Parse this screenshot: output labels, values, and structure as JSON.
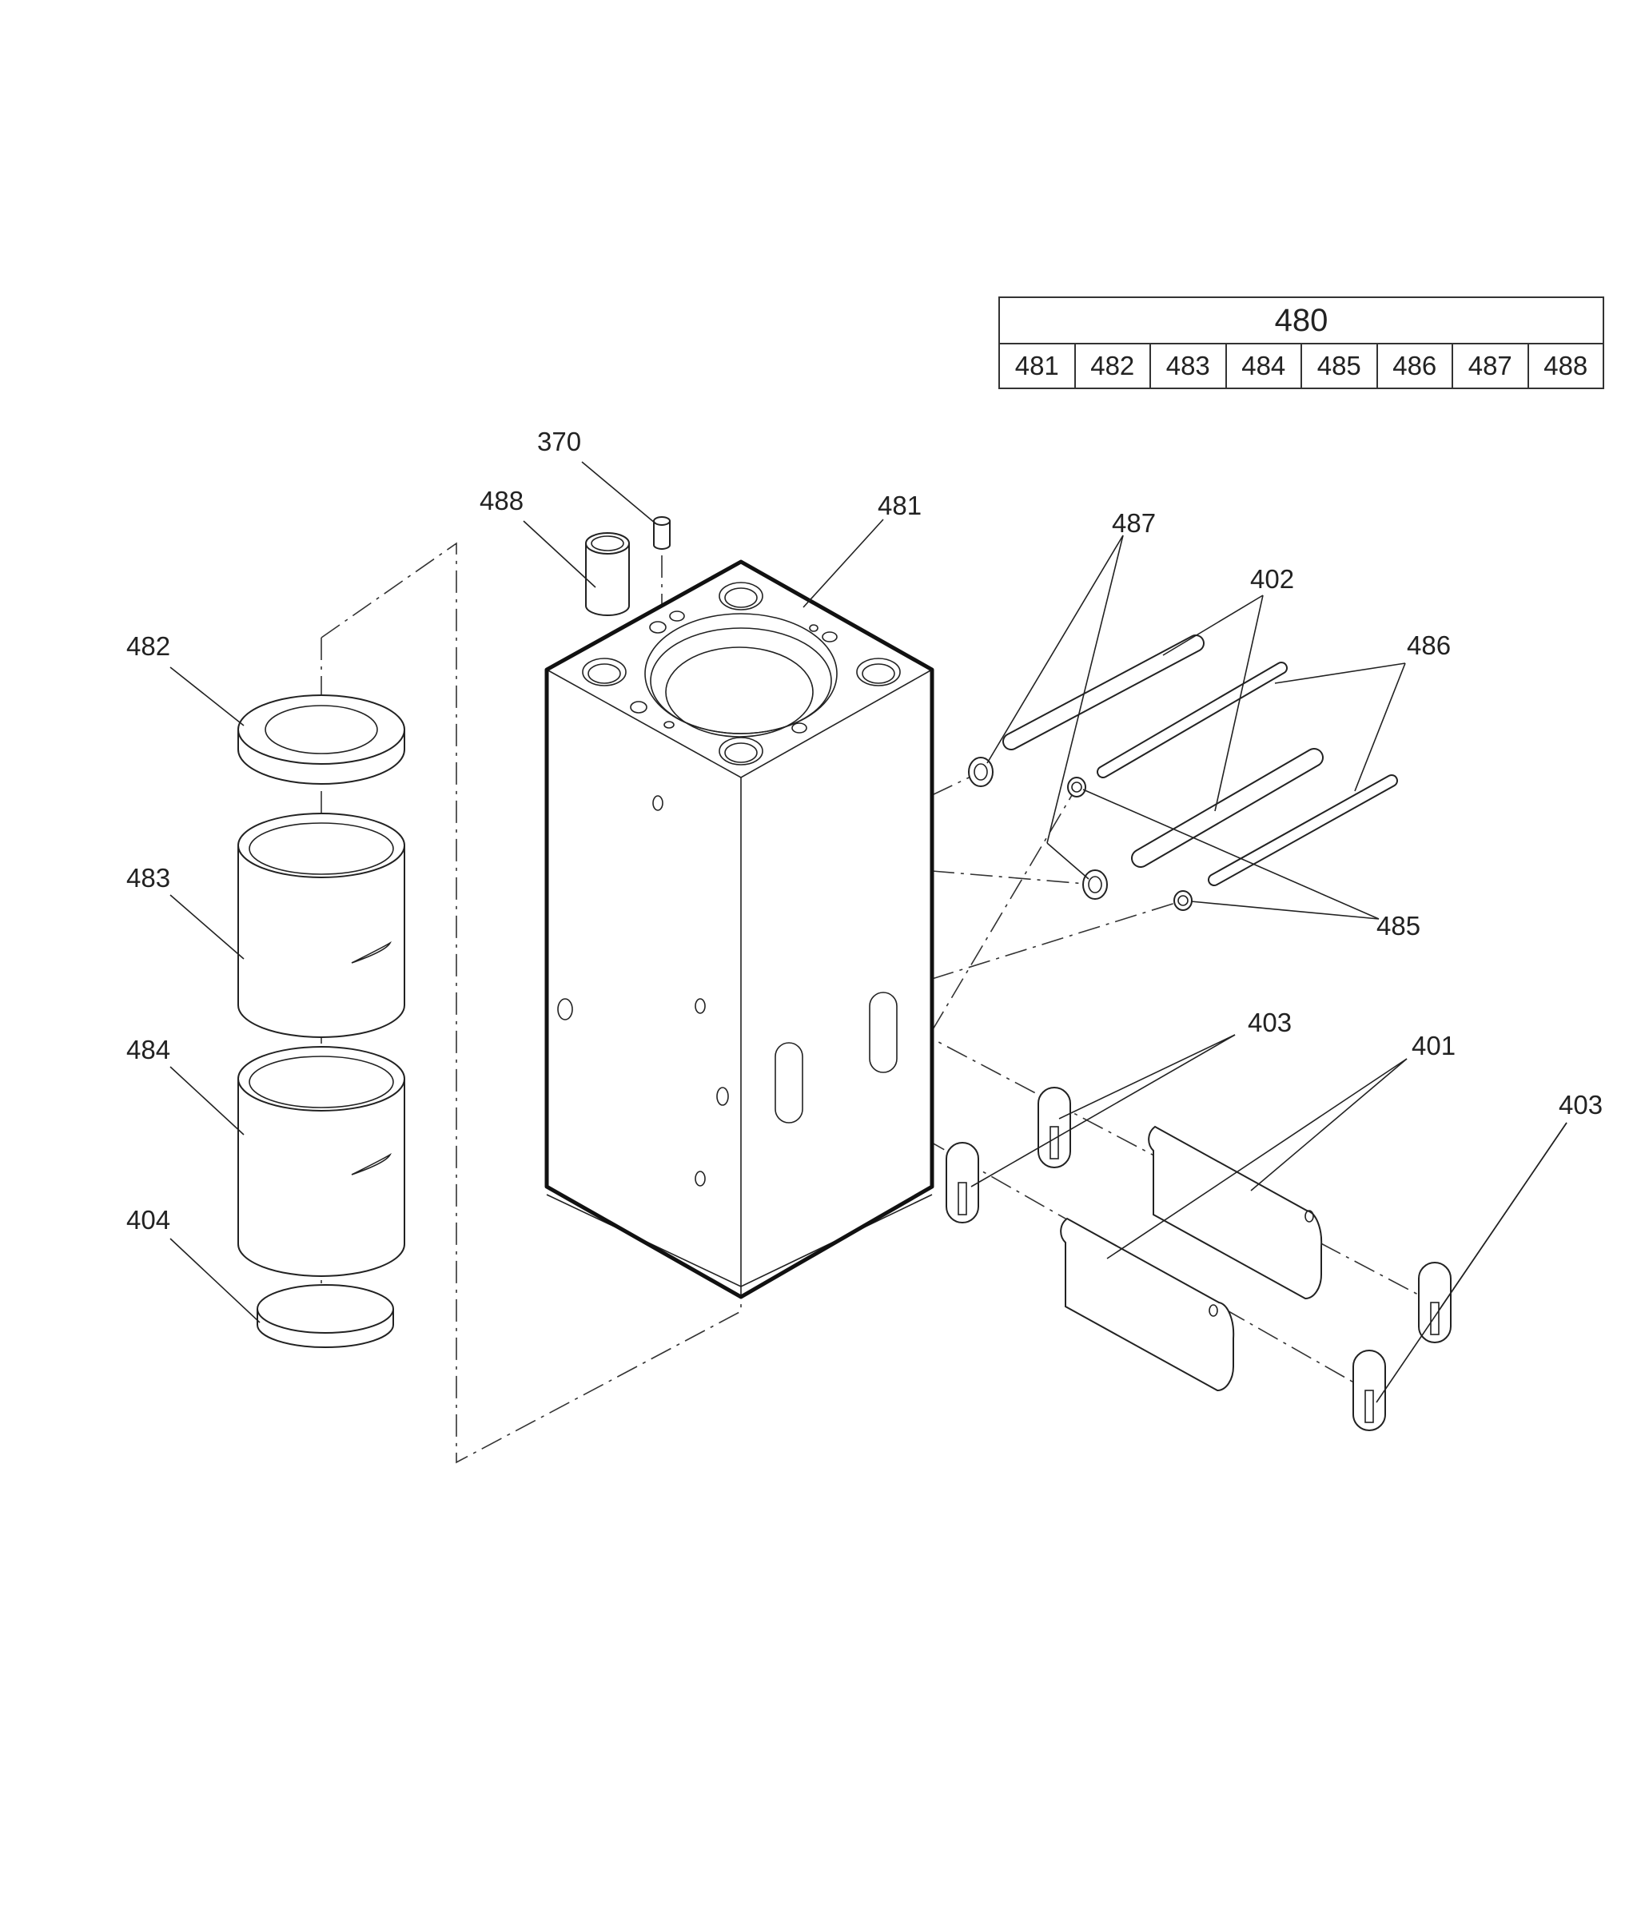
{
  "parts_table": {
    "assembly": "480",
    "components": [
      "481",
      "482",
      "483",
      "484",
      "485",
      "486",
      "487",
      "488"
    ]
  },
  "callouts": {
    "c370": "370",
    "c488": "488",
    "c481": "481",
    "c487": "487",
    "c402": "402",
    "c486": "486",
    "c482": "482",
    "c483": "483",
    "c484": "484",
    "c404": "404",
    "c485": "485",
    "c403a": "403",
    "c401": "401",
    "c403b": "403"
  }
}
